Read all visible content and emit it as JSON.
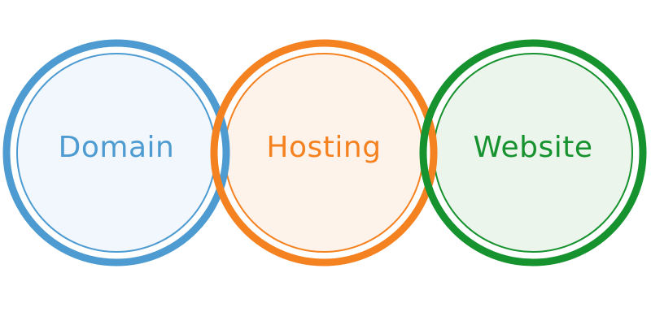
{
  "diagram": {
    "circles": [
      {
        "label": "Domain",
        "stroke_color": "#4d9bd1",
        "fill_color": "#f1f7fc",
        "text_color": "#4d9bd1"
      },
      {
        "label": "Hosting",
        "stroke_color": "#f58220",
        "fill_color": "#fdf3ea",
        "text_color": "#f58220"
      },
      {
        "label": "Website",
        "stroke_color": "#16922e",
        "fill_color": "#ecf5ec",
        "text_color": "#16922e"
      }
    ]
  }
}
